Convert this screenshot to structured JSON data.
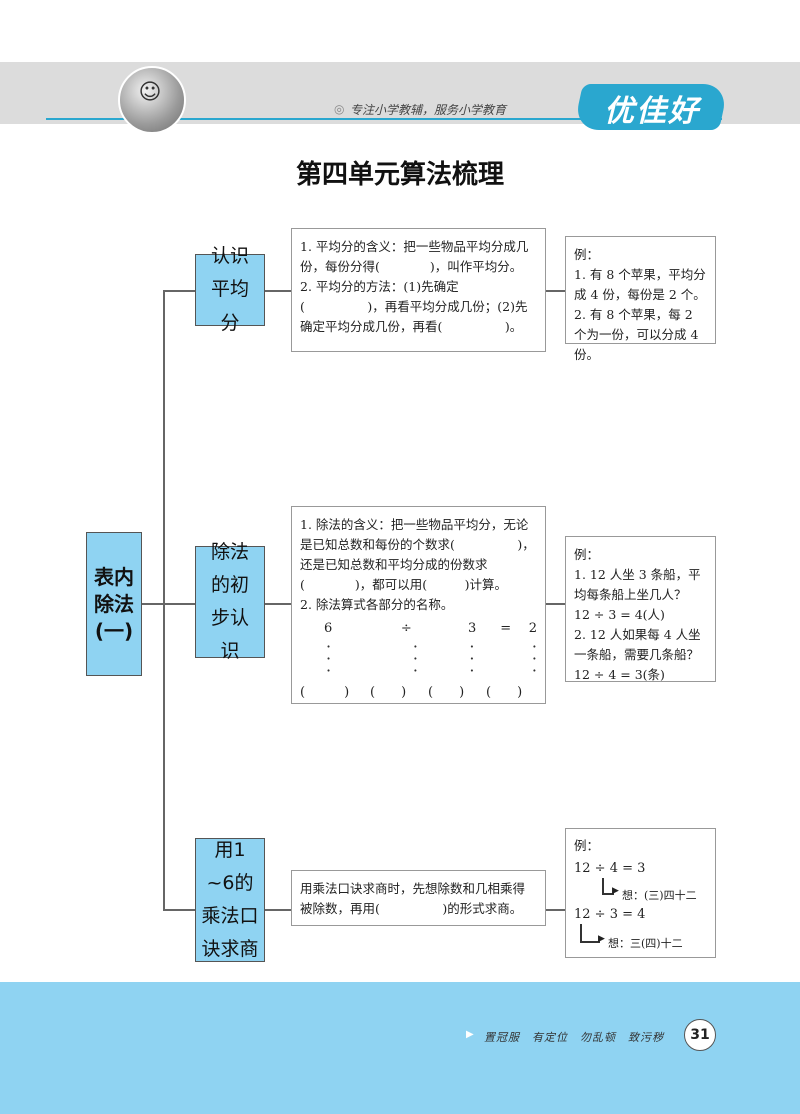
{
  "header": {
    "slogan": "专注小学教辅，服务小学教育",
    "brand": "优佳好"
  },
  "title": "第四单元算法梳理",
  "root": {
    "label": "表内除法(一)"
  },
  "branches": [
    {
      "label": "认识平均分",
      "content": [
        "1. 平均分的含义：把一些物品平均分成几份，每份分得(　　　　)，叫作平均分。",
        "2. 平均分的方法：(1)先确定(　　　　　)，再看平均分成几份；(2)先确定平均分成几份，再看(　　　　　)。"
      ],
      "example": [
        "例：",
        "1. 有 8 个苹果，平均分成 4 份，每份是 2 个。",
        "2. 有 8 个苹果，每 2 个为一份，可以分成 4 份。"
      ]
    },
    {
      "label": "除法的初步认识",
      "content": [
        "1. 除法的含义：把一些物品平均分，无论是已知总数和每份的个数求(　　　　　)，还是已知总数和平均分成的份数求(　　　　)，都可以用(　　　)计算。",
        "2. 除法算式各部分的名称。"
      ],
      "equation_terms": [
        "6",
        "÷",
        "3",
        "=",
        "2"
      ],
      "blanks": [
        "(　　　)",
        "(　　)",
        "(　　)",
        "(　　)"
      ],
      "example": [
        "例：",
        "1. 12 人坐 3 条船，平均每条船上坐几人？",
        "12 ÷ 3 = 4(人)",
        "2. 12 人如果每 4 人坐一条船，需要几条船？",
        "12 ÷ 4 = 3(条)"
      ]
    },
    {
      "label": "用1 ~6的乘法口诀求商",
      "content": [
        "用乘法口诀求商时，先想除数和几相乘得被除数，再用(　　　　　)的形式求商。"
      ],
      "example": {
        "title": "例：",
        "eq1": "12 ÷ 4 = 3",
        "hint1": "想：(三)四十二",
        "eq2": "12 ÷ 3 = 4",
        "hint2": "想：三(四)十二"
      }
    }
  ],
  "footer": {
    "motto": "置冠服　有定位　勿乱顿　致污秽",
    "page_number": "31"
  }
}
